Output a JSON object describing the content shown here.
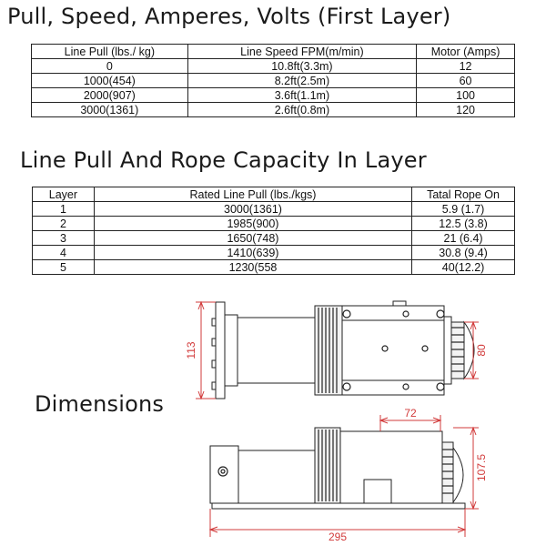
{
  "section1": {
    "title": "Pull, Speed, Amperes, Volts (First Layer)",
    "headers": [
      "Line Pull (lbs./ kg)",
      "Line Speed FPM(m/min)",
      "Motor (Amps)"
    ],
    "rows": [
      [
        "0",
        "10.8ft(3.3m)",
        "12"
      ],
      [
        "1000(454)",
        "8.2ft(2.5m)",
        "60"
      ],
      [
        "2000(907)",
        "3.6ft(1.1m)",
        "100"
      ],
      [
        "3000(1361)",
        "2.6ft(0.8m)",
        "120"
      ]
    ]
  },
  "section2": {
    "title": "Line Pull And Rope Capacity In Layer",
    "headers": [
      "Layer",
      "Rated Line Pull (lbs./kgs)",
      "Tatal Rope On"
    ],
    "rows": [
      [
        "1",
        "3000(1361)",
        "5.9  (1.7)"
      ],
      [
        "2",
        "1985(900)",
        "12.5  (3.8)"
      ],
      [
        "3",
        "1650(748)",
        "21  (6.4)"
      ],
      [
        "4",
        "1410(639)",
        "30.8  (9.4)"
      ],
      [
        "5",
        "1230(558",
        "40(12.2)"
      ]
    ]
  },
  "section3": {
    "title": "Dimensions",
    "dimensions": {
      "height_top_view": "113",
      "motor_height": "80",
      "drum_width": "72",
      "side_height": "107.5",
      "overall_length": "295"
    },
    "dim_color": "#d23b3b"
  }
}
